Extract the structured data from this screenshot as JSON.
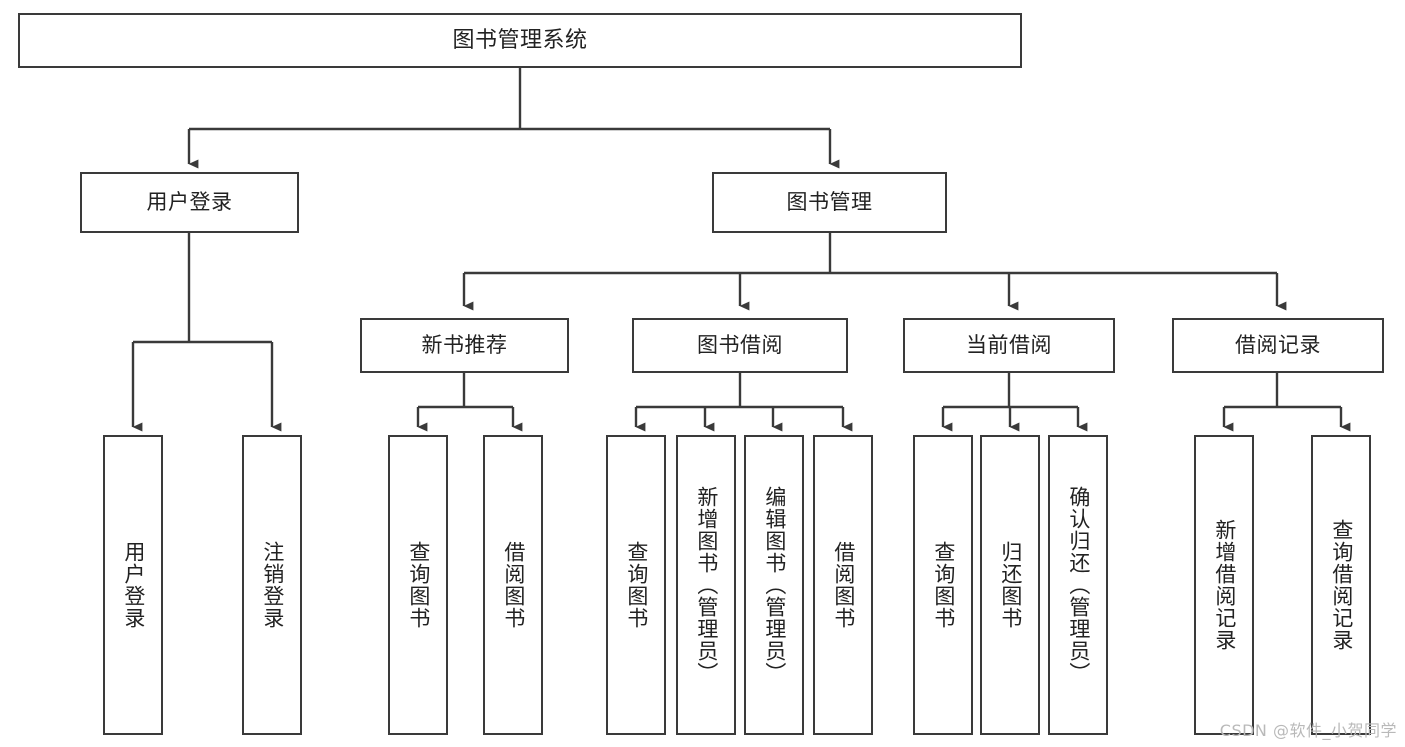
{
  "diagram": {
    "title": "图书管理系统",
    "watermark": "CSDN @软件_小贺同学",
    "line_color": "#3a3a3a",
    "box_border_color": "#3a3a3a",
    "box_fill_color": "#ffffff",
    "background_color": "#ffffff",
    "watermark_color": "#b9b9b9"
  },
  "nodes": {
    "root": {
      "label": "图书管理系统"
    },
    "level1": [
      {
        "label": "用户登录"
      },
      {
        "label": "图书管理"
      }
    ],
    "level2": [
      {
        "label": "新书推荐"
      },
      {
        "label": "图书借阅"
      },
      {
        "label": "当前借阅"
      },
      {
        "label": "借阅记录"
      }
    ],
    "leaves": {
      "user_login": [
        {
          "label": "用户登录"
        },
        {
          "label": "注销登录"
        }
      ],
      "new_book_recommend": [
        {
          "label": "查询图书"
        },
        {
          "label": "借阅图书"
        }
      ],
      "book_borrow": [
        {
          "label": "查询图书"
        },
        {
          "label": "新增图书（管理员）"
        },
        {
          "label": "编辑图书（管理员）"
        },
        {
          "label": "借阅图书"
        }
      ],
      "current_borrow": [
        {
          "label": "查询图书"
        },
        {
          "label": "归还图书"
        },
        {
          "label": "确认归还（管理员）"
        }
      ],
      "borrow_record": [
        {
          "label": "新增借阅记录"
        },
        {
          "label": "查询借阅记录"
        }
      ]
    }
  }
}
